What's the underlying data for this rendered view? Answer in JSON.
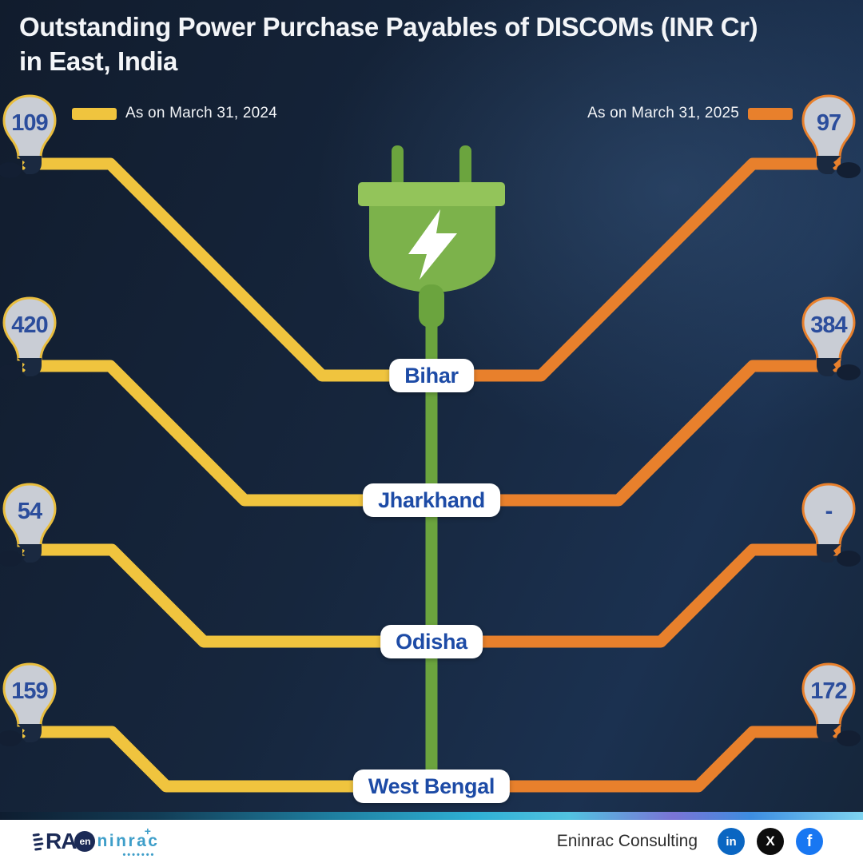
{
  "title": {
    "line1": "Outstanding Power Purchase Payables of DISCOMs (INR Cr)",
    "line2": "in East, India"
  },
  "legend": {
    "left": {
      "label": "As on March 31, 2024",
      "color": "#F0C43E"
    },
    "right": {
      "label": "As on March 31, 2025",
      "color": "#E8802C"
    }
  },
  "rows": [
    {
      "state": "Bihar",
      "v2024": "109",
      "v2025": "97"
    },
    {
      "state": "Jharkhand",
      "v2024": "420",
      "v2025": "384"
    },
    {
      "state": "Odisha",
      "v2024": "54",
      "v2025": "-"
    },
    {
      "state": "West Bengal",
      "v2024": "159",
      "v2025": "172"
    }
  ],
  "chart_data": {
    "type": "table",
    "title": "Outstanding Power Purchase Payables of DISCOMs (INR Cr) in East, India",
    "unit": "INR Cr",
    "categories": [
      "Bihar",
      "Jharkhand",
      "Odisha",
      "West Bengal"
    ],
    "series": [
      {
        "name": "As on March 31, 2024",
        "values": [
          "109",
          "420",
          "54",
          "159"
        ]
      },
      {
        "name": "As on March 31, 2025",
        "values": [
          "97",
          "384",
          "-",
          "172"
        ]
      }
    ],
    "legend_position": "top",
    "notes": "Values shown inside light-bulb markers; 2024 wires yellow from left, 2025 wires orange from right, meeting at each state label; Odisha 2025 value not available (-)"
  },
  "icons": {
    "linkedin_glyph": "in",
    "x_glyph": "X",
    "facebook_glyph": "f"
  },
  "footer": {
    "logo": {
      "ra": "RA",
      "en": "en",
      "rest": "ninrac",
      "plus": "+",
      "dots": "•••••••"
    },
    "company": "Eninrac Consulting"
  },
  "colors": {
    "yellow_2024": "#F0C43E",
    "orange_2025": "#E8802C",
    "green_plug_body": "#7CB24B",
    "green_plug_bar": "#93C45A",
    "green_wire": "#6BA43E",
    "bulb_fill": "#C9CDD5",
    "value_text": "#2B4D9C",
    "state_text": "#1D4BA6",
    "background_navy": "#16263D",
    "linkedin_blue": "#0A66C2",
    "facebook_blue": "#1877F2",
    "x_black": "#0D0D0D"
  }
}
